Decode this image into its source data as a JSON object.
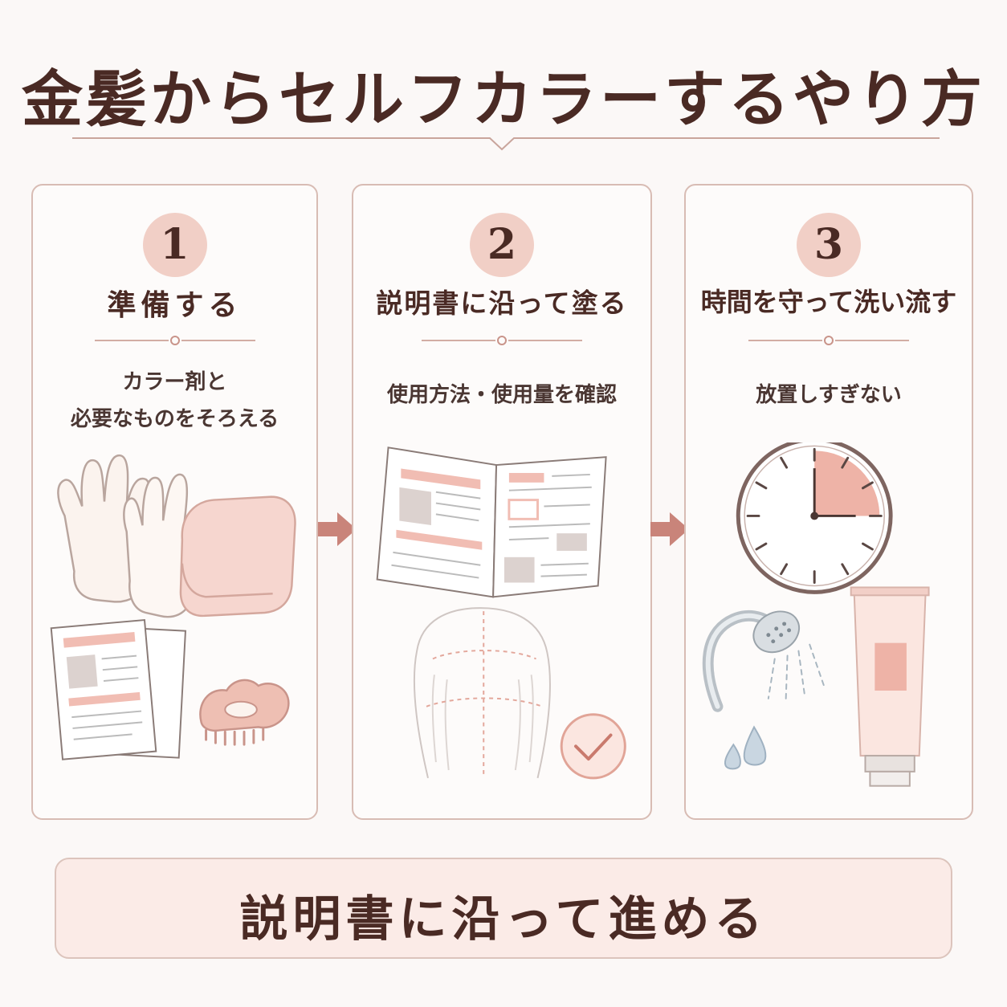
{
  "title": "金髪からセルフカラーするやり方",
  "steps": [
    {
      "number": "1",
      "title": "準備する",
      "desc_line1": "カラー剤と",
      "desc_line2": "必要なものをそろえる"
    },
    {
      "number": "2",
      "title": "説明書に沿って塗る",
      "desc_line1": "使用方法・使用量を確認",
      "desc_line2": ""
    },
    {
      "number": "3",
      "title": "時間を守って洗い流す",
      "desc_line1": "放置しすぎない",
      "desc_line2": ""
    }
  ],
  "footer": {
    "text": "説明書に沿って進める"
  },
  "icons": [
    "gloves-icon",
    "towel-icon",
    "instruction-sheets-icon",
    "hair-clip-icon",
    "open-booklet-icon",
    "hair-sections-icon",
    "checkmark-icon",
    "clock-icon",
    "shower-head-icon",
    "water-drops-icon",
    "product-tube-icon"
  ],
  "colors": {
    "accent": "#f1cfc6",
    "border": "#d8bcb4",
    "text": "#4a2a24",
    "arrow": "#c9847a"
  }
}
